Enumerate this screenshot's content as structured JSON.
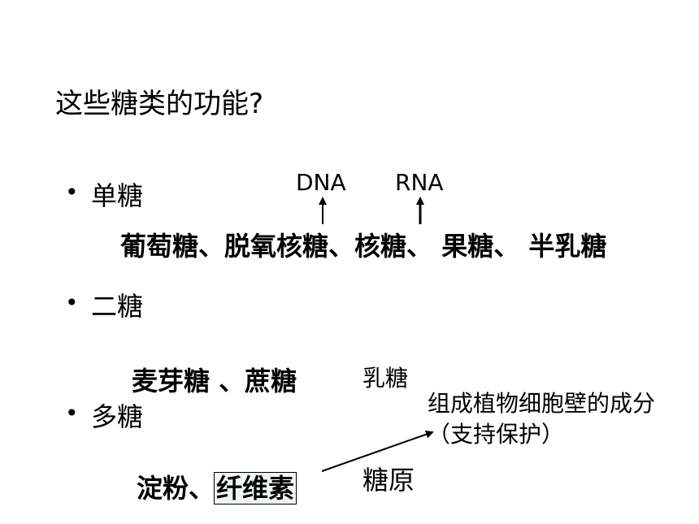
{
  "title": "这些糖类的功能?",
  "bullets": {
    "symbol": "•",
    "mono": "单糖",
    "di": "二糖",
    "poly": "多糖"
  },
  "mono_row": {
    "glucose": "葡萄糖、",
    "deoxyribose": "脱氧核糖",
    "sep1": "、",
    "ribose": "核糖、",
    "fructose": "果糖、",
    "galactose": "半乳糖"
  },
  "labels": {
    "dna": "DNA",
    "rna": "RNA"
  },
  "di_row": {
    "maltose_sucrose": "麦芽糖 、蔗糖",
    "lactose": "乳糖"
  },
  "poly_row": {
    "starch": "淀粉、",
    "cellulose": "纤维素",
    "glycogen": "糖原"
  },
  "note": "组成植物细胞壁的成分（支持保护）"
}
